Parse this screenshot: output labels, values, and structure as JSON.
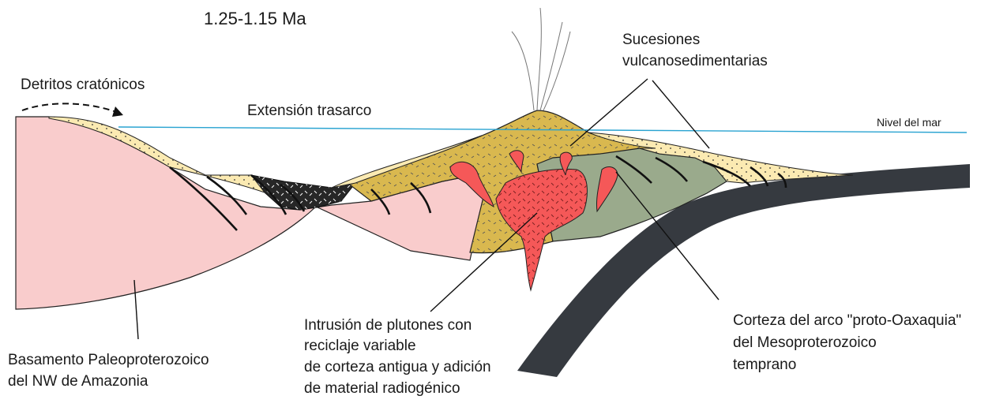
{
  "age_label": "1.25-1.15 Ma",
  "labels": {
    "detritos": "Detritos  cratónicos",
    "extension": "Extensión trasarco",
    "nivel_mar": "Nivel del mar",
    "sucesiones": [
      "Sucesiones",
      "vulcanosedimentarias"
    ],
    "basamento": [
      "Basamento Paleoproterozoico",
      "del NW de Amazonia"
    ],
    "intrusion": [
      "Intrusión de plutones con",
      "reciclaje variable",
      "de corteza antigua y adición",
      "de material radiogénico"
    ],
    "corteza": [
      "Corteza del arco \"proto-Oaxaquia\"",
      "del  Mesoproterozoico",
      "temprano"
    ]
  },
  "colors": {
    "basement": "#f9cccc",
    "sediment": "#fbeab2",
    "volcanic": "#d9b84f",
    "arc_crust": "#9aaa8c",
    "pluton": "#f55858",
    "dark_basin": "#272727",
    "slab": "#363a40",
    "sea_level": "#29a3d1"
  }
}
